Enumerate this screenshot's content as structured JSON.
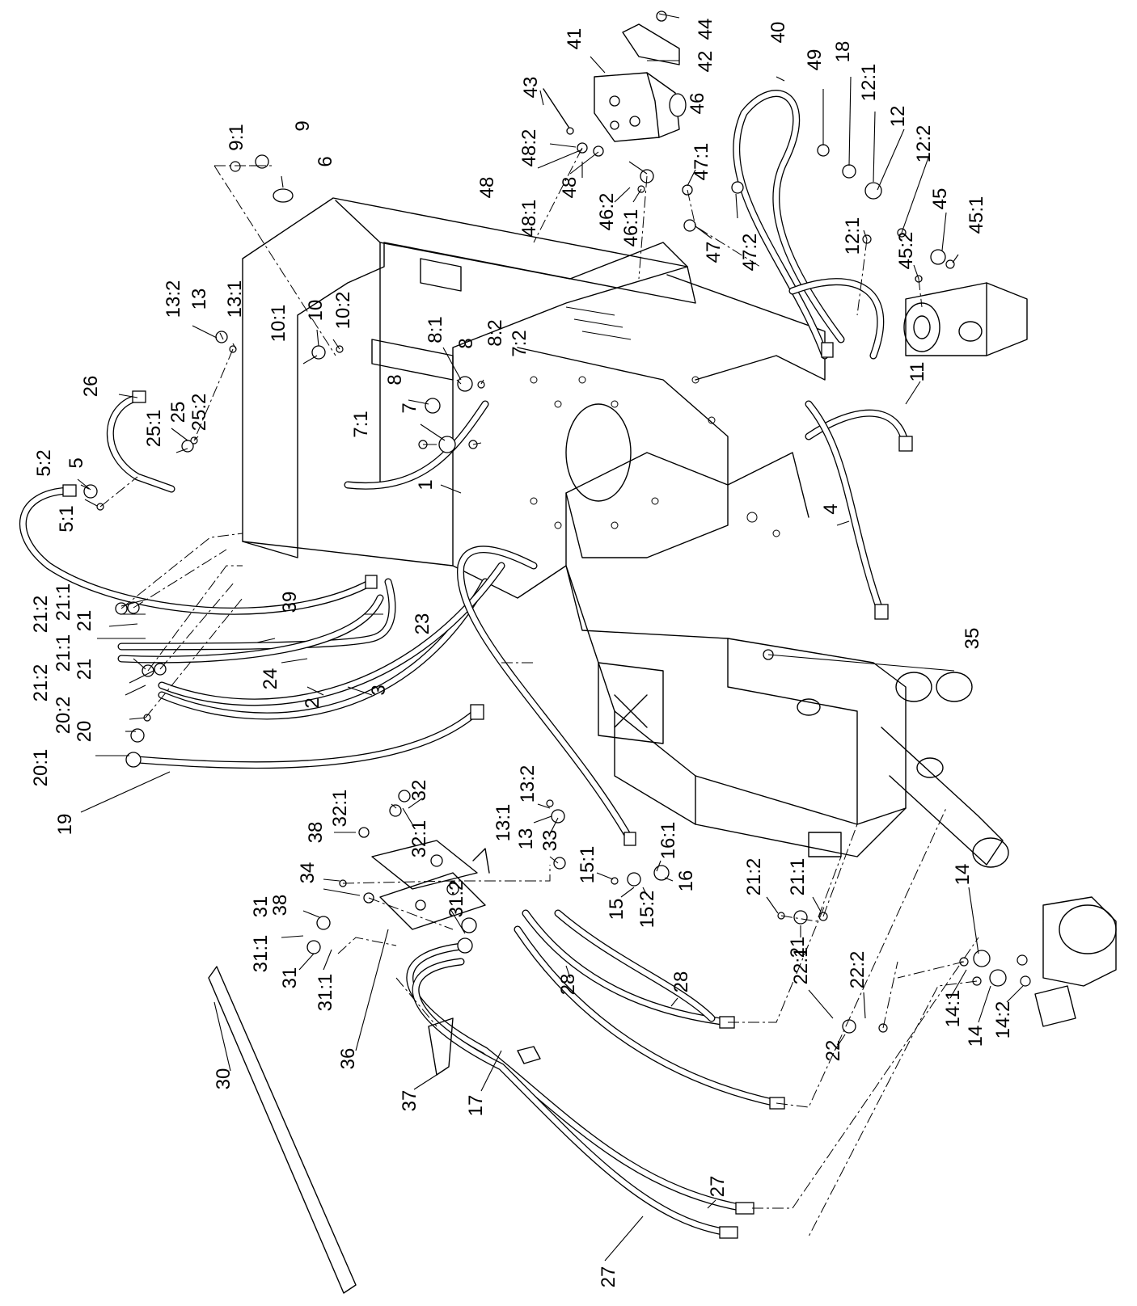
{
  "callouts": [
    {
      "id": "c-1",
      "text": "1"
    },
    {
      "id": "c-2",
      "text": "2"
    },
    {
      "id": "c-3",
      "text": "3"
    },
    {
      "id": "c-4",
      "text": "4"
    },
    {
      "id": "c-5",
      "text": "5"
    },
    {
      "id": "c-5-1",
      "text": "5:1"
    },
    {
      "id": "c-5-2",
      "text": "5:2"
    },
    {
      "id": "c-6",
      "text": "6"
    },
    {
      "id": "c-7",
      "text": "7"
    },
    {
      "id": "c-7-1",
      "text": "7:1"
    },
    {
      "id": "c-7-2",
      "text": "7:2"
    },
    {
      "id": "c-8a",
      "text": "8"
    },
    {
      "id": "c-8b",
      "text": "8"
    },
    {
      "id": "c-8-1",
      "text": "8:1"
    },
    {
      "id": "c-8-2",
      "text": "8:2"
    },
    {
      "id": "c-9",
      "text": "9"
    },
    {
      "id": "c-9-1",
      "text": "9:1"
    },
    {
      "id": "c-10",
      "text": "10"
    },
    {
      "id": "c-10-1",
      "text": "10:1"
    },
    {
      "id": "c-10-2",
      "text": "10:2"
    },
    {
      "id": "c-11",
      "text": "11"
    },
    {
      "id": "c-12",
      "text": "12"
    },
    {
      "id": "c-12-1a",
      "text": "12:1"
    },
    {
      "id": "c-12-1b",
      "text": "12:1"
    },
    {
      "id": "c-12-2",
      "text": "12:2"
    },
    {
      "id": "c-13a",
      "text": "13"
    },
    {
      "id": "c-13-1a",
      "text": "13:1"
    },
    {
      "id": "c-13-2a",
      "text": "13:2"
    },
    {
      "id": "c-13b",
      "text": "13"
    },
    {
      "id": "c-13-1b",
      "text": "13:1"
    },
    {
      "id": "c-13-2b",
      "text": "13:2"
    },
    {
      "id": "c-14a",
      "text": "14"
    },
    {
      "id": "c-14b",
      "text": "14"
    },
    {
      "id": "c-14-1",
      "text": "14:1"
    },
    {
      "id": "c-14-2",
      "text": "14:2"
    },
    {
      "id": "c-15",
      "text": "15"
    },
    {
      "id": "c-15-1",
      "text": "15:1"
    },
    {
      "id": "c-15-2",
      "text": "15:2"
    },
    {
      "id": "c-16",
      "text": "16"
    },
    {
      "id": "c-16-1",
      "text": "16:1"
    },
    {
      "id": "c-17",
      "text": "17"
    },
    {
      "id": "c-18",
      "text": "18"
    },
    {
      "id": "c-19",
      "text": "19"
    },
    {
      "id": "c-20",
      "text": "20"
    },
    {
      "id": "c-20-1",
      "text": "20:1"
    },
    {
      "id": "c-20-2",
      "text": "20:2"
    },
    {
      "id": "c-21a",
      "text": "21"
    },
    {
      "id": "c-21-1a",
      "text": "21:1"
    },
    {
      "id": "c-21-2a",
      "text": "21:2"
    },
    {
      "id": "c-21b",
      "text": "21"
    },
    {
      "id": "c-21-1b",
      "text": "21:1"
    },
    {
      "id": "c-21-2b",
      "text": "21:2"
    },
    {
      "id": "c-21c",
      "text": "21"
    },
    {
      "id": "c-21-1c",
      "text": "21:1"
    },
    {
      "id": "c-21-2c",
      "text": "21:2"
    },
    {
      "id": "c-22",
      "text": "22"
    },
    {
      "id": "c-22-1",
      "text": "22:1"
    },
    {
      "id": "c-22-2",
      "text": "22:2"
    },
    {
      "id": "c-23",
      "text": "23"
    },
    {
      "id": "c-24",
      "text": "24"
    },
    {
      "id": "c-25",
      "text": "25"
    },
    {
      "id": "c-25-1",
      "text": "25:1"
    },
    {
      "id": "c-25-2",
      "text": "25:2"
    },
    {
      "id": "c-26",
      "text": "26"
    },
    {
      "id": "c-27a",
      "text": "27"
    },
    {
      "id": "c-27b",
      "text": "27"
    },
    {
      "id": "c-28a",
      "text": "28"
    },
    {
      "id": "c-28b",
      "text": "28"
    },
    {
      "id": "c-30",
      "text": "30"
    },
    {
      "id": "c-31a",
      "text": "31"
    },
    {
      "id": "c-31b",
      "text": "31"
    },
    {
      "id": "c-31-1a",
      "text": "31:1"
    },
    {
      "id": "c-31-1b",
      "text": "31:1"
    },
    {
      "id": "c-31-2",
      "text": "31:2"
    },
    {
      "id": "c-32",
      "text": "32"
    },
    {
      "id": "c-32-1a",
      "text": "32:1"
    },
    {
      "id": "c-32-1b",
      "text": "32:1"
    },
    {
      "id": "c-33",
      "text": "33"
    },
    {
      "id": "c-34",
      "text": "34"
    },
    {
      "id": "c-35",
      "text": "35"
    },
    {
      "id": "c-36",
      "text": "36"
    },
    {
      "id": "c-37",
      "text": "37"
    },
    {
      "id": "c-38a",
      "text": "38"
    },
    {
      "id": "c-38b",
      "text": "38"
    },
    {
      "id": "c-39",
      "text": "39"
    },
    {
      "id": "c-40",
      "text": "40"
    },
    {
      "id": "c-41",
      "text": "41"
    },
    {
      "id": "c-42",
      "text": "42"
    },
    {
      "id": "c-43",
      "text": "43"
    },
    {
      "id": "c-44",
      "text": "44"
    },
    {
      "id": "c-45",
      "text": "45"
    },
    {
      "id": "c-45-1",
      "text": "45:1"
    },
    {
      "id": "c-45-2",
      "text": "45:2"
    },
    {
      "id": "c-46",
      "text": "46"
    },
    {
      "id": "c-46-1",
      "text": "46:1"
    },
    {
      "id": "c-46-2",
      "text": "46:2"
    },
    {
      "id": "c-47",
      "text": "47"
    },
    {
      "id": "c-47-1",
      "text": "47:1"
    },
    {
      "id": "c-47-2",
      "text": "47:2"
    },
    {
      "id": "c-48a",
      "text": "48"
    },
    {
      "id": "c-48b",
      "text": "48"
    },
    {
      "id": "c-48-1",
      "text": "48:1"
    },
    {
      "id": "c-48-2",
      "text": "48:2"
    },
    {
      "id": "c-49",
      "text": "49"
    }
  ]
}
